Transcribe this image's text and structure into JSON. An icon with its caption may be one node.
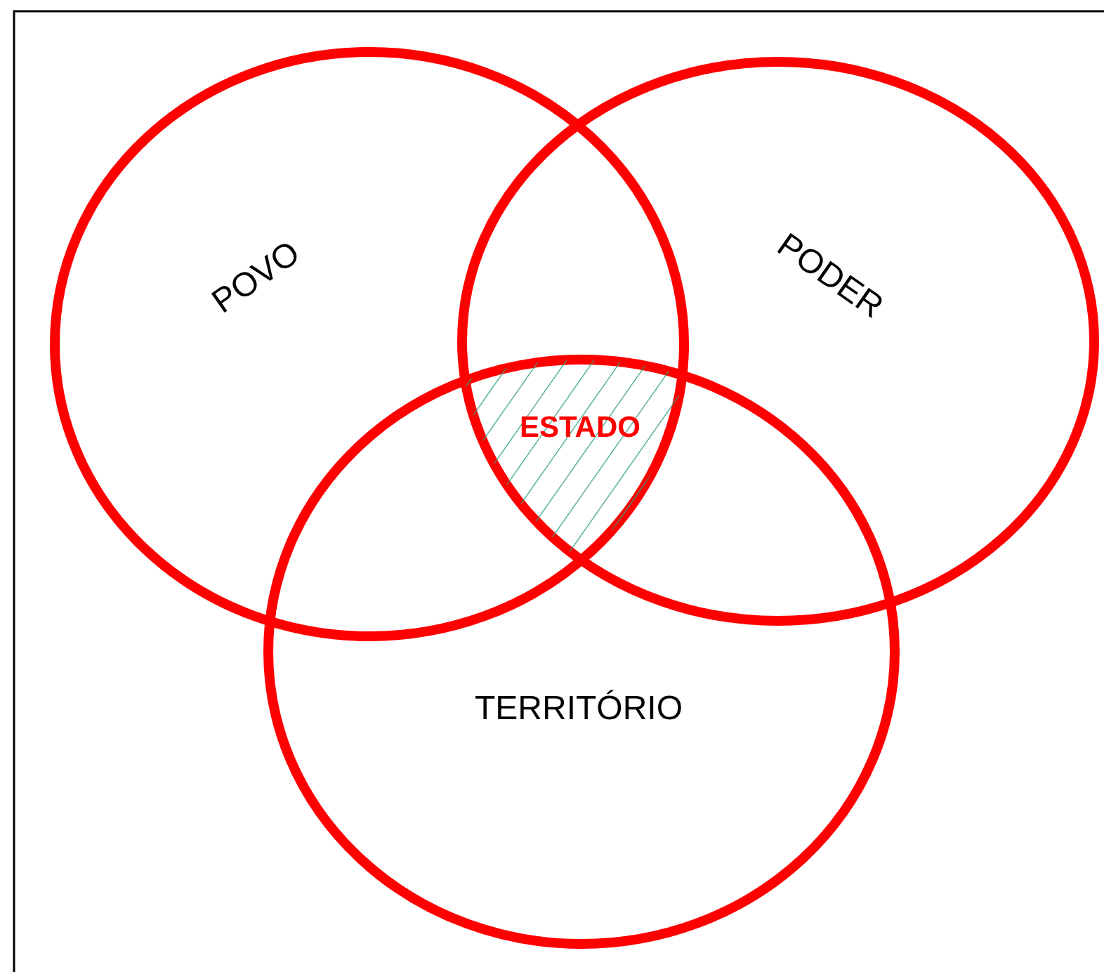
{
  "diagram": {
    "nodes": [
      {
        "text": [
          "POVO"
        ]
      },
      {
        "text": [
          "PODER"
        ]
      },
      {
        "text": [
          "ESTADO"
        ]
      },
      {
        "text": [
          "TERRITÓRIO"
        ]
      }
    ]
  }
}
